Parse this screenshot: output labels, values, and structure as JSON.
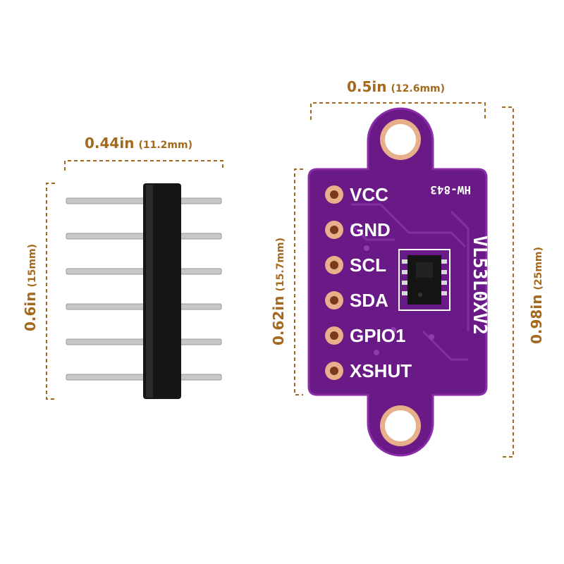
{
  "header_pins": {
    "width_label": "0.44in",
    "width_label_mm": "(11.2mm)",
    "height_label": "0.6in",
    "height_label_mm": "(15mm)",
    "pin_count": 6
  },
  "board": {
    "width_label": "0.5in",
    "width_label_mm": "(12.6mm)",
    "pcb_height_label": "0.62in",
    "pcb_height_label_mm": "(15.7mm)",
    "total_height_label": "0.98in",
    "total_height_label_mm": "(25mm)",
    "model_code": "HW-843",
    "chip_name": "VL53L0XV2",
    "pins": [
      "VCC",
      "GND",
      "SCL",
      "SDA",
      "GPIO1",
      "XSHUT"
    ]
  },
  "colors": {
    "dimension": "#a4691c",
    "pcb": "#6a1a86",
    "pcb_edge": "#8a2ca8",
    "pad": "#e6b08a",
    "header_plastic": "#161616",
    "pin_metal": "#c8c8c8"
  }
}
